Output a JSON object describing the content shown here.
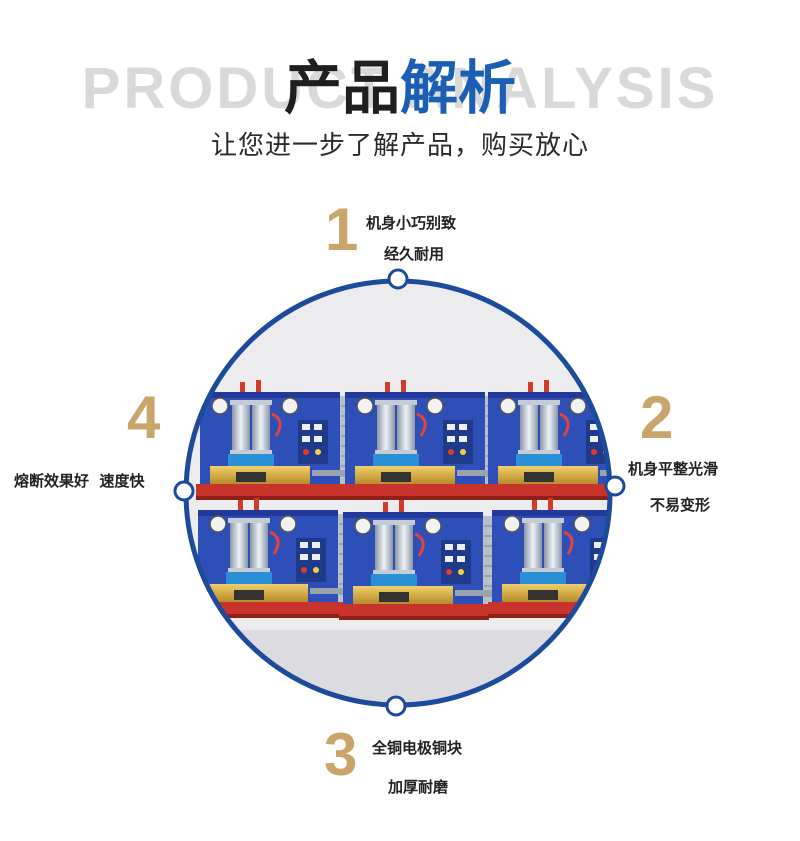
{
  "header": {
    "background_text": "PRODUCT ANALYSIS",
    "title_part1": "产品",
    "title_part2": "解析",
    "subtitle": "让您进一步了解产品，购买放心"
  },
  "features": [
    {
      "number": "1",
      "line1": "机身小巧别致",
      "line2": "经久耐用"
    },
    {
      "number": "2",
      "line1": "机身平整光滑",
      "line2": "不易变形"
    },
    {
      "number": "3",
      "line1": "全铜电极铜块",
      "line2": "加厚耐磨"
    },
    {
      "number": "4",
      "line1": "熔断效果好  速度快"
    }
  ],
  "colors": {
    "accent_blue": "#1a5fb4",
    "number_gold": "#c9a46b",
    "ring_blue": "#1b4b9a",
    "machine_blue": "#2f4fb8"
  }
}
